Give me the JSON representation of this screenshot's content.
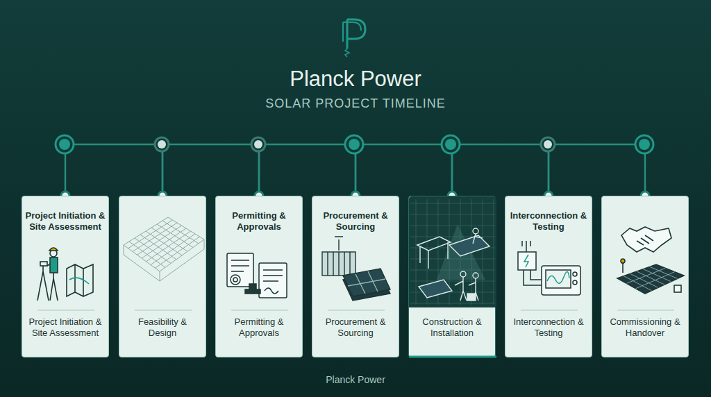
{
  "diagram": {
    "title": "Planck Power",
    "caption": "Planck Power",
    "nodes": [
      {
        "text": [
          "Project Initiation & Site Assessment",
          "Project Initiation & Site Assessment"
        ]
      },
      {
        "text": [
          "Feasibility & Design"
        ]
      },
      {
        "text": [
          "Permitting & Approvals",
          "Permitting & Approvals"
        ]
      },
      {
        "text": [
          "Procurement & Sourcing",
          "Procurement & Sourcing"
        ]
      },
      {
        "text": [
          "Construction & Installation"
        ]
      },
      {
        "text": [
          "Interconnection & Testing",
          "Interconnection & Testing"
        ]
      },
      {
        "text": [
          "Commissioning & Handover"
        ]
      }
    ],
    "edges": [
      {
        "from": 0,
        "to": 1,
        "arrow": "none"
      },
      {
        "from": 1,
        "to": 2,
        "arrow": "none"
      },
      {
        "from": 2,
        "to": 3,
        "arrow": "none"
      },
      {
        "from": 3,
        "to": 4,
        "arrow": "none"
      },
      {
        "from": 4,
        "to": 5,
        "arrow": "none"
      },
      {
        "from": 5,
        "to": 6,
        "arrow": "none"
      }
    ],
    "labels": [
      "SOLAR PROJECT TIMELINE"
    ]
  }
}
